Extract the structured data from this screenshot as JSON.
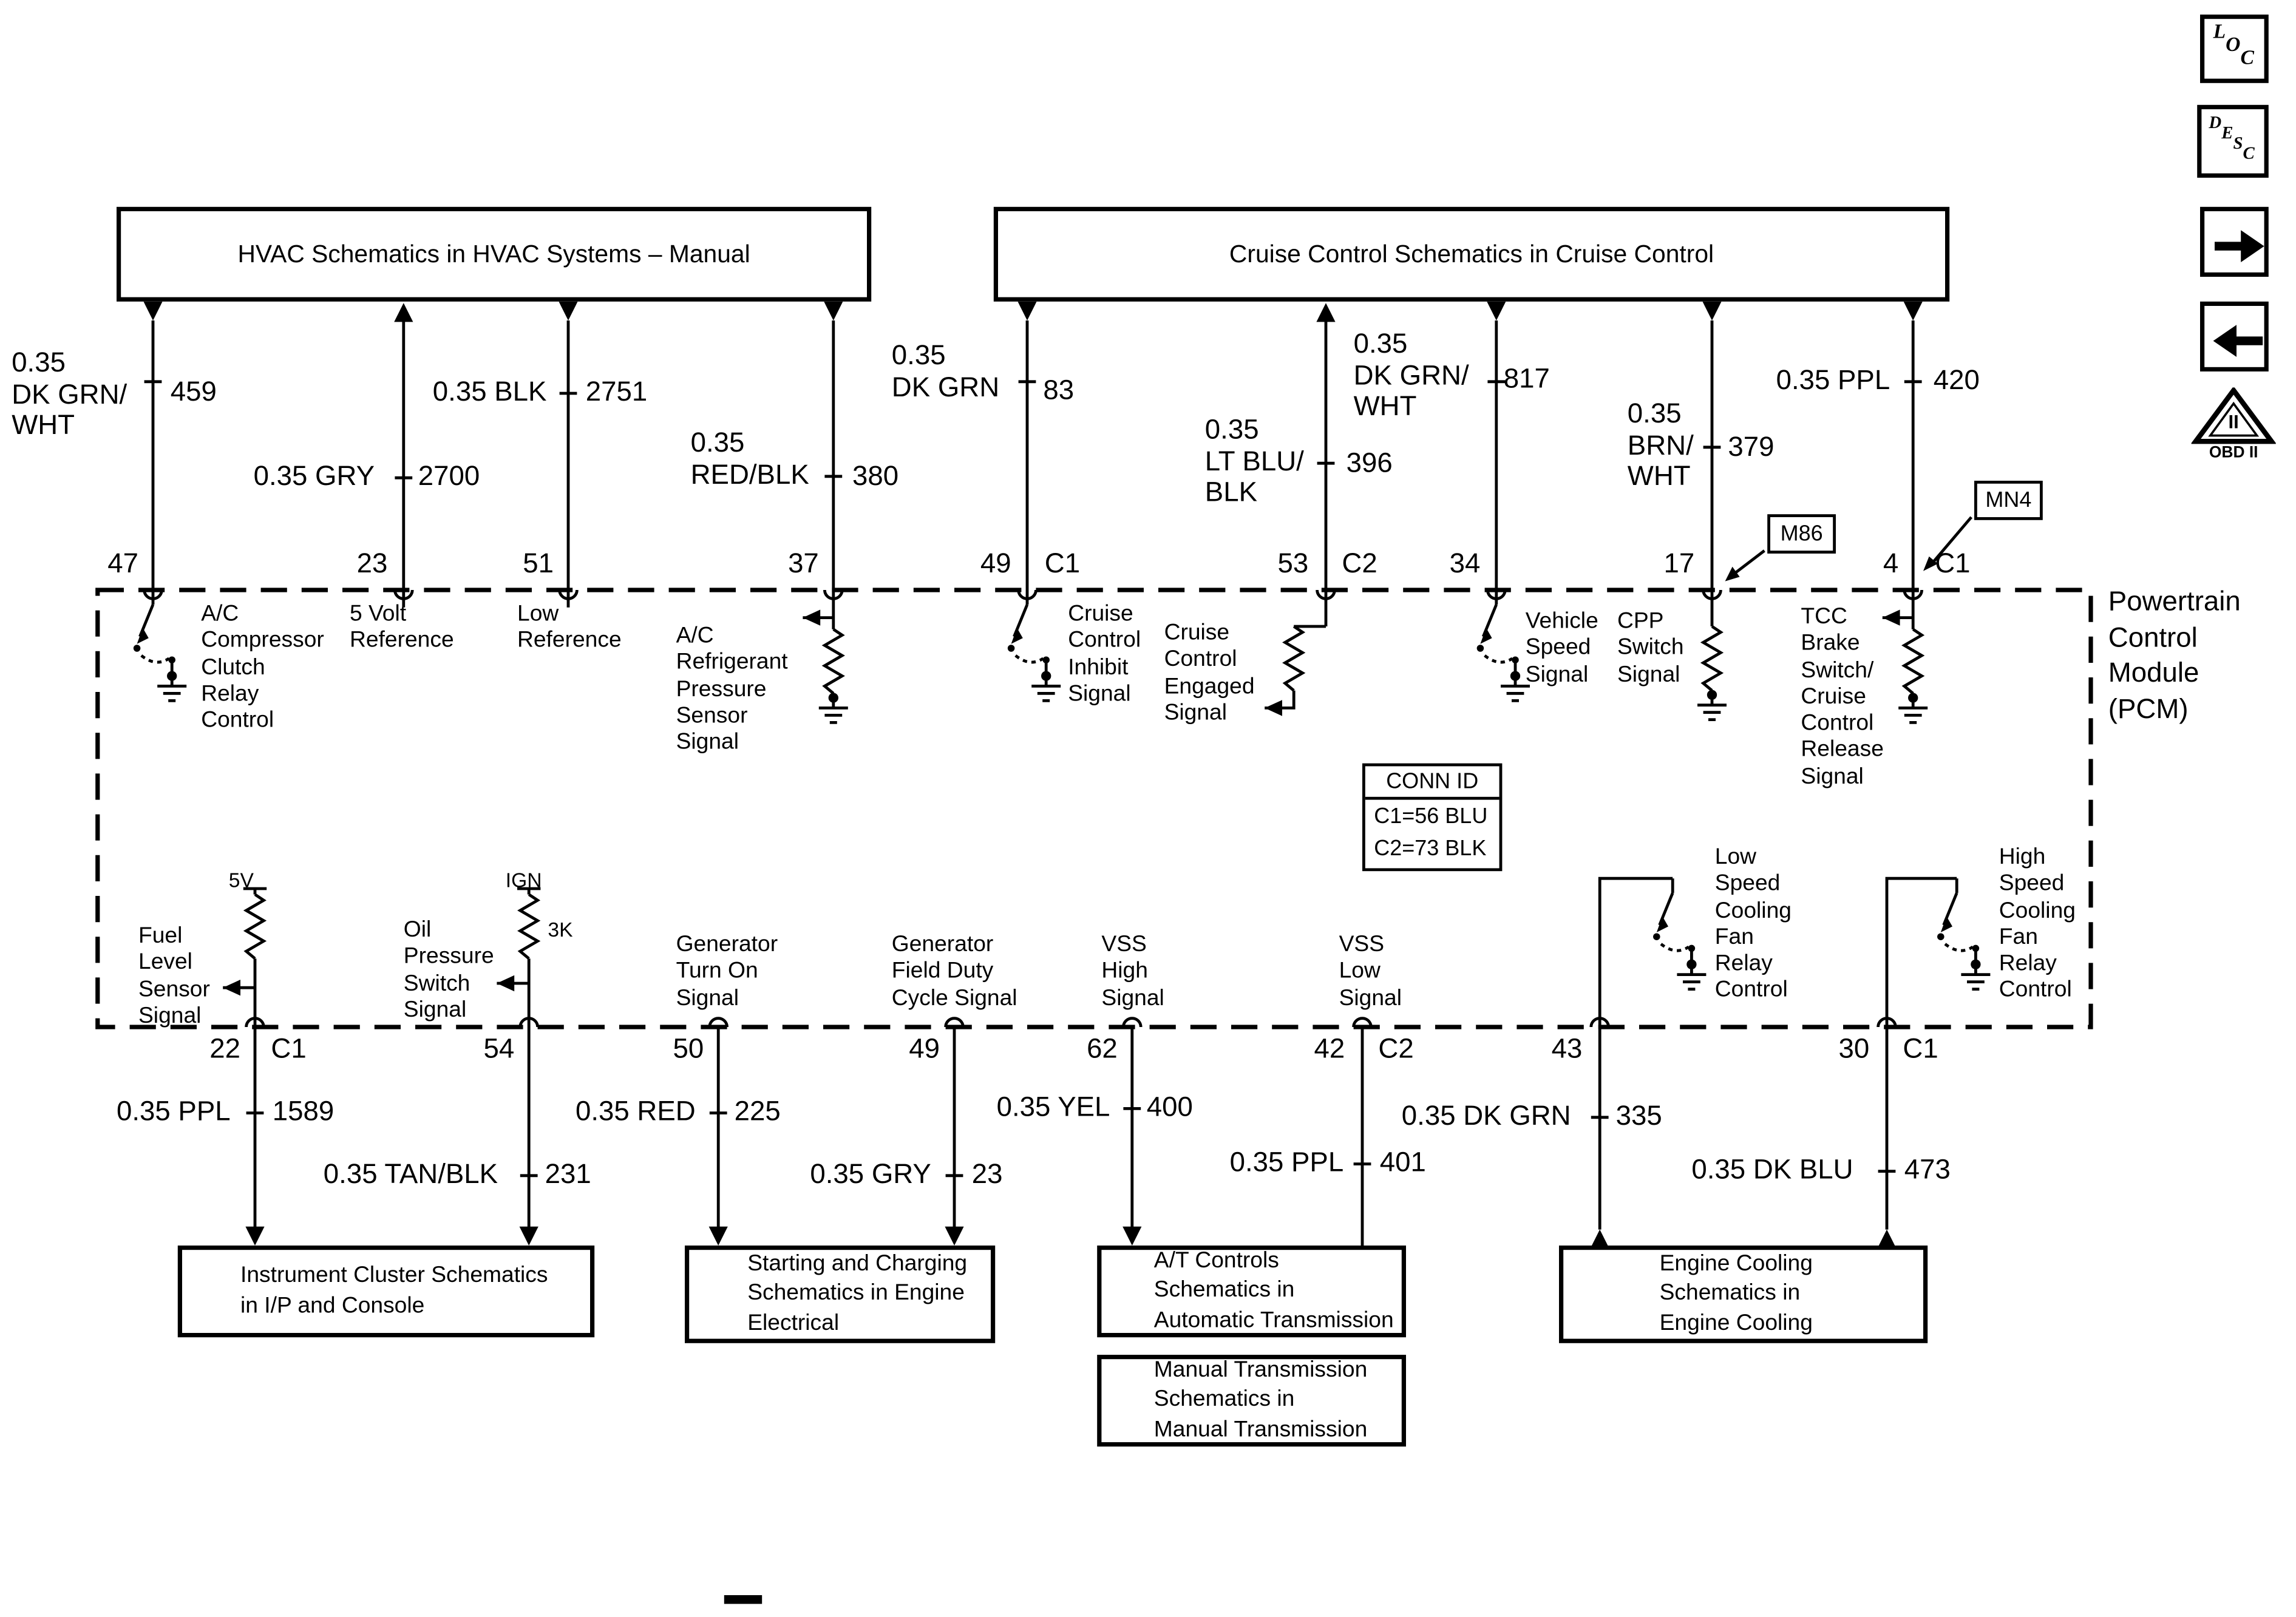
{
  "nav": {
    "loc": "LOC",
    "desc": "DESC",
    "obd_mark": "II",
    "obd_label": "OBD II"
  },
  "boxes": {
    "hvac": "HVAC Schematics in HVAC Systems – Manual",
    "cruise": "Cruise Control Schematics in Cruise Control",
    "instrument_cluster": "Instrument Cluster Schematics\nin I/P and Console",
    "starting_charging": "Starting and Charging\nSchematics in Engine\nElectrical",
    "at_controls": "A/T Controls\nSchematics in\nAutomatic Transmission",
    "manual_transmission": "Manual Transmission\nSchematics in\nManual Transmission",
    "engine_cooling": "Engine Cooling\nSchematics in\nEngine Cooling"
  },
  "pcm": {
    "name": "Powertrain\nControl\nModule\n(PCM)",
    "conn_id_title": "CONN ID",
    "conn_id_c1": "C1=56 BLU",
    "conn_id_c2": "C2=73 BLK",
    "tag_m86": "M86",
    "tag_mn4": "MN4"
  },
  "top_pins": [
    {
      "pin": "47",
      "conn": "",
      "wire": "0.35\nDK GRN/\nWHT",
      "circuit": "459",
      "signal": "A/C\nCompressor\nClutch\nRelay\nControl"
    },
    {
      "pin": "23",
      "conn": "",
      "wire": "0.35 GRY",
      "circuit": "2700",
      "signal": "5 Volt\nReference"
    },
    {
      "pin": "51",
      "conn": "",
      "wire": "0.35 BLK",
      "circuit": "2751",
      "signal": "Low\nReference"
    },
    {
      "pin": "37",
      "conn": "",
      "wire": "0.35\nRED/BLK",
      "circuit": "380",
      "signal": "A/C\nRefrigerant\nPressure\nSensor\nSignal"
    },
    {
      "pin": "49",
      "conn": "C1",
      "wire": "0.35\nDK GRN",
      "circuit": "83",
      "signal": "Cruise\nControl\nInhibit\nSignal"
    },
    {
      "pin": "53",
      "conn": "C2",
      "wire": "0.35\nLT BLU/\nBLK",
      "circuit": "396",
      "signal": "Cruise\nControl\nEngaged\nSignal"
    },
    {
      "pin": "34",
      "conn": "",
      "wire": "0.35\nDK GRN/\nWHT",
      "circuit": "817",
      "signal": "Vehicle\nSpeed\nSignal"
    },
    {
      "pin": "17",
      "conn": "",
      "wire": "0.35\nBRN/\nWHT",
      "circuit": "379",
      "signal": "CPP\nSwitch\nSignal"
    },
    {
      "pin": "4",
      "conn": "C1",
      "wire": "0.35 PPL",
      "circuit": "420",
      "signal": "TCC\nBrake\nSwitch/\nCruise\nControl\nRelease\nSignal"
    }
  ],
  "bottom_pins": [
    {
      "pin": "22",
      "conn": "C1",
      "wire": "0.35 PPL",
      "circuit": "1589",
      "signal": "Fuel\nLevel\nSensor\nSignal"
    },
    {
      "pin": "54",
      "conn": "",
      "wire": "0.35 TAN/BLK",
      "circuit": "231",
      "signal": "Oil\nPressure\nSwitch\nSignal"
    },
    {
      "pin": "50",
      "conn": "",
      "wire": "0.35 RED",
      "circuit": "225",
      "signal": "Generator\nTurn On\nSignal"
    },
    {
      "pin": "49",
      "conn": "",
      "wire": "0.35 GRY",
      "circuit": "23",
      "signal": "Generator\nField Duty\nCycle Signal"
    },
    {
      "pin": "62",
      "conn": "",
      "wire": "0.35 YEL",
      "circuit": "400",
      "signal": "VSS\nHigh\nSignal"
    },
    {
      "pin": "42",
      "conn": "C2",
      "wire": "0.35 PPL",
      "circuit": "401",
      "signal": "VSS\nLow\nSignal"
    },
    {
      "pin": "43",
      "conn": "",
      "wire": "0.35 DK GRN",
      "circuit": "335",
      "signal": "Low\nSpeed\nCooling\nFan\nRelay\nControl"
    },
    {
      "pin": "30",
      "conn": "C1",
      "wire": "0.35 DK BLU",
      "circuit": "473",
      "signal": "High\nSpeed\nCooling\nFan\nRelay\nControl"
    }
  ],
  "annotations": {
    "v5": "5V",
    "ign": "IGN",
    "r3k": "3K"
  }
}
